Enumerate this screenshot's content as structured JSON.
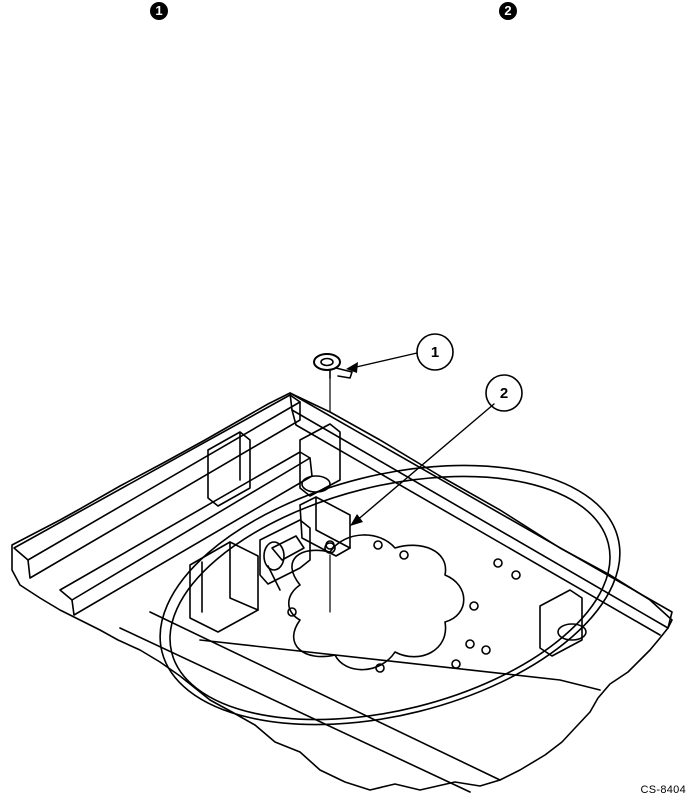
{
  "step_markers": [
    "1",
    "2"
  ],
  "callouts": [
    {
      "label": "1"
    },
    {
      "label": "2"
    }
  ],
  "figure_id": "CS-8404"
}
